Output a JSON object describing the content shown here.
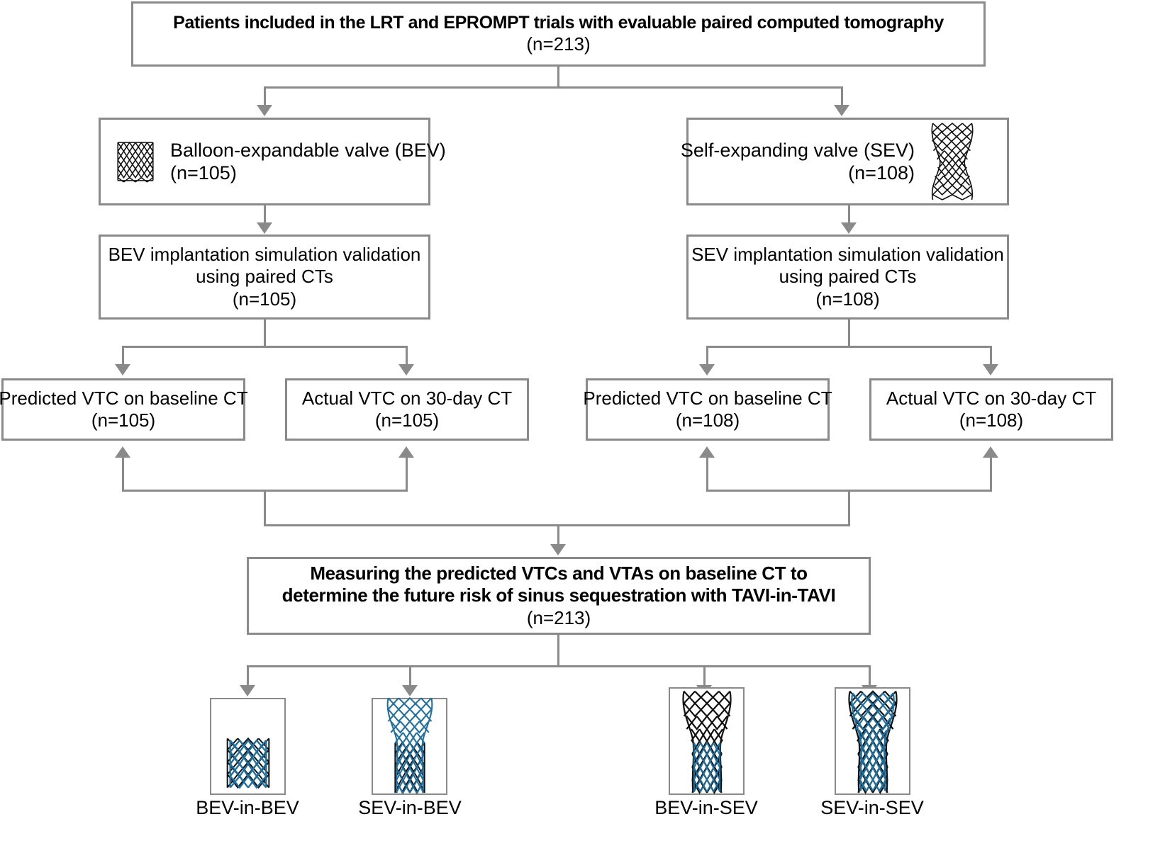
{
  "figure": {
    "type": "flowchart",
    "title": "Patient flow: LRT and EPROMPT trials TAVI-in-TAVI sinus sequestration analysis",
    "colors": {
      "border": "#8a8a8a",
      "connector": "#8a8a8a",
      "text": "#000000",
      "valve_blue": "#1f6f9f",
      "valve_black": "#111111",
      "background": "#ffffff"
    }
  },
  "nodes": {
    "root": {
      "line1": "Patients included in the LRT and EPROMPT trials with evaluable paired computed tomography",
      "line2": "(n=213)",
      "n": 213
    },
    "bev_valve": {
      "line1": "Balloon-expandable valve (BEV)",
      "line2": "(n=105)",
      "n": 105,
      "icon": "balloon-expandable-stent-icon"
    },
    "sev_valve": {
      "line1": "Self-expanding valve (SEV)",
      "line2": "(n=108)",
      "n": 108,
      "icon": "self-expanding-stent-icon"
    },
    "bev_sim": {
      "line1": "BEV implantation simulation validation",
      "line2": "using paired CTs",
      "line3": "(n=105)",
      "n": 105
    },
    "sev_sim": {
      "line1": "SEV implantation simulation validation",
      "line2": "using paired CTs",
      "line3": "(n=108)",
      "n": 108
    },
    "bev_predicted": {
      "line1": "Predicted VTC on baseline CT",
      "line2": "(n=105)",
      "n": 105
    },
    "bev_actual": {
      "line1": "Actual VTC on 30-day CT",
      "line2": "(n=105)",
      "n": 105
    },
    "sev_predicted": {
      "line1": "Predicted VTC on baseline CT",
      "line2": "(n=108)",
      "n": 108
    },
    "sev_actual": {
      "line1": "Actual VTC on 30-day CT",
      "line2": "(n=108)",
      "n": 108
    },
    "summary": {
      "line1": "Measuring the predicted VTCs and VTAs on baseline CT to",
      "line2": "determine the future risk of sinus sequestration with TAVI-in-TAVI",
      "line3": "(n=213)",
      "n": 213
    }
  },
  "outcomes": [
    {
      "label": "BEV-in-BEV",
      "outer": "BEV",
      "inner": "BEV",
      "icon": "bev-in-bev-stent-icon"
    },
    {
      "label": "SEV-in-BEV",
      "outer": "BEV",
      "inner": "SEV",
      "icon": "sev-in-bev-stent-icon"
    },
    {
      "label": "BEV-in-SEV",
      "outer": "SEV",
      "inner": "BEV",
      "icon": "bev-in-sev-stent-icon"
    },
    {
      "label": "SEV-in-SEV",
      "outer": "SEV",
      "inner": "SEV",
      "icon": "sev-in-sev-stent-icon"
    }
  ]
}
